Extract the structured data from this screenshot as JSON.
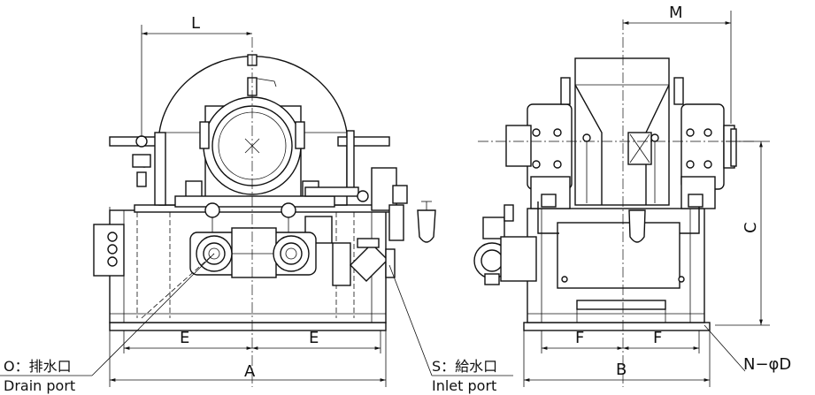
{
  "dimensions": {
    "L": "L",
    "M": "M",
    "C": "C",
    "E_left": "E",
    "E_right": "E",
    "A": "A",
    "F_left": "F",
    "F_right": "F",
    "B": "B",
    "N": "N−φD"
  },
  "ports": {
    "drain_jp": "O：排水口",
    "drain_en": "Drain port",
    "inlet_jp": "S：給水口",
    "inlet_en": "Inlet port"
  }
}
